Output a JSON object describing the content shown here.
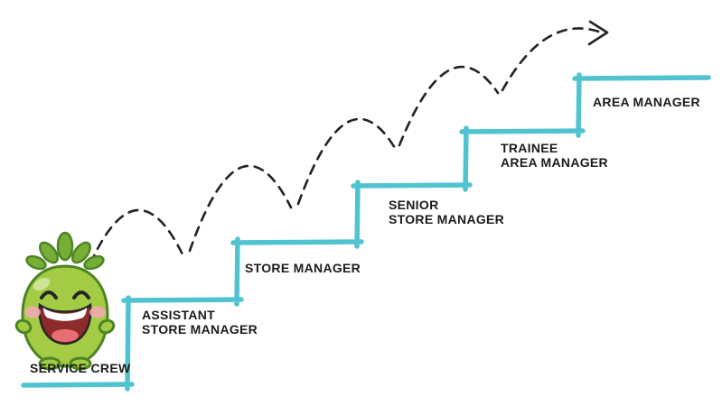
{
  "diagram": {
    "type": "career-ladder-staircase",
    "steps": [
      {
        "id": "service-crew",
        "label": "SERVICE CREW"
      },
      {
        "id": "assistant-store-manager",
        "label": "ASSISTANT\nSTORE MANAGER"
      },
      {
        "id": "store-manager",
        "label": "STORE MANAGER"
      },
      {
        "id": "senior-store-manager",
        "label": "SENIOR\nSTORE MANAGER"
      },
      {
        "id": "trainee-area-manager",
        "label": "TRAINEE\nAREA MANAGER"
      },
      {
        "id": "area-manager",
        "label": "AREA MANAGER"
      }
    ],
    "mascot": "green-mascot-character",
    "colors": {
      "stairs": "#4FC4D0",
      "arrows": "#222222",
      "label_text": "#1B1B1B",
      "mascot_body": "#A3CC44",
      "mascot_outline": "#4D8426",
      "mascot_leaves": "#77AE35",
      "mascot_features": "#262626",
      "mascot_mouth": "#8E2A2B",
      "mascot_teeth": "#FFFFFF",
      "mascot_tongue": "#EA6E71",
      "mascot_cheeks": "#F5A9B8",
      "mascot_highlight": "#FFFFFF"
    }
  }
}
